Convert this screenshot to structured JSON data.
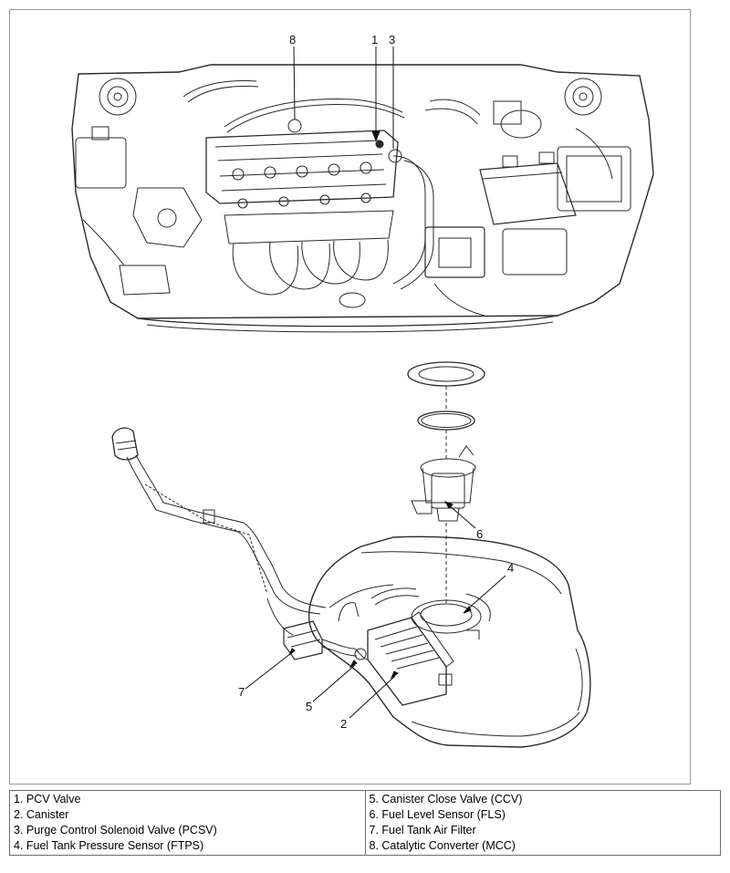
{
  "callouts": {
    "c1": "1",
    "c2": "2",
    "c3": "3",
    "c4": "4",
    "c5": "5",
    "c6": "6",
    "c7": "7",
    "c8": "8"
  },
  "legend": {
    "left": [
      "1. PCV Valve",
      "2. Canister",
      "3. Purge Control Solenoid Valve (PCSV)",
      "4. Fuel Tank Pressure Sensor (FTPS)"
    ],
    "right": [
      "5. Canister Close Valve (CCV)",
      "6. Fuel Level Sensor (FLS)",
      "7. Fuel Tank Air Filter",
      "8. Catalytic Converter (MCC)"
    ]
  }
}
